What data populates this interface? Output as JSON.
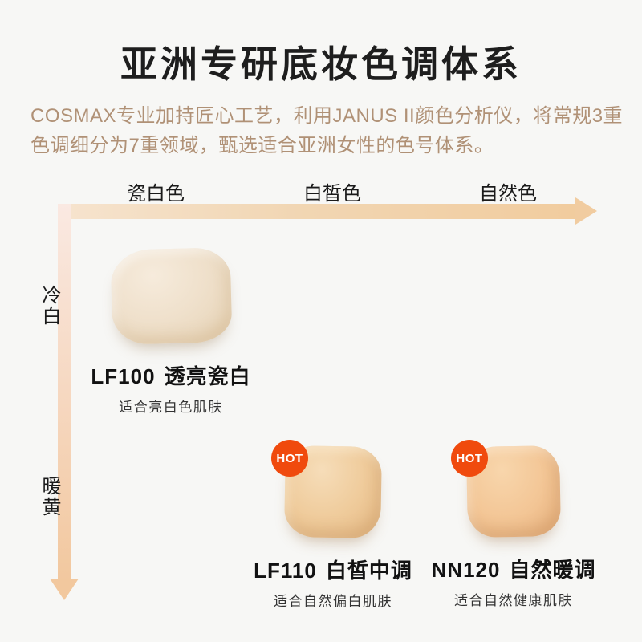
{
  "meta": {
    "background_color": "#F7F7F5",
    "accent_text_color": "#B09176",
    "hot_badge_color": "#F04A0D"
  },
  "header": {
    "title": "亚洲专研底妆色调体系",
    "description": "COSMAX专业加持匠心工艺，利用JANUS II颜色分析仪，将常规3重色调细分为7重领域，甄选适合亚洲女性的色号体系。"
  },
  "diagram": {
    "x_axis": {
      "labels": [
        "瓷白色",
        "白皙色",
        "自然色"
      ],
      "arrow_gradient": [
        "#F6E3CD",
        "#F1CC9E"
      ]
    },
    "y_axis": {
      "top_label": "冷白",
      "bottom_label": "暖黄",
      "arrow_gradient": [
        "#FAE9E2",
        "#F2C89F"
      ]
    },
    "hot_badge_label": "HOT",
    "products": [
      {
        "code": "LF100",
        "name": "透亮瓷白",
        "desc": "适合亮白色肌肤",
        "hot": false,
        "swatch_color": "#EFE0CB"
      },
      {
        "code": "LF110",
        "name": "白皙中调",
        "desc": "适合自然偏白肌肤",
        "hot": true,
        "swatch_color": "#EFCB9B"
      },
      {
        "code": "NN120",
        "name": "自然暖调",
        "desc": "适合自然健康肌肤",
        "hot": true,
        "swatch_color": "#F3C696"
      }
    ]
  }
}
